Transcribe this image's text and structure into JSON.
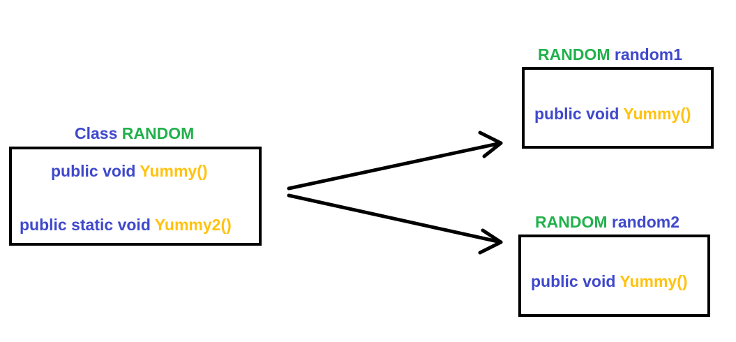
{
  "colors": {
    "keyword": "#3f48cc",
    "method": "#ffc20e",
    "class_name": "#22b14c",
    "border": "#000000"
  },
  "class_box": {
    "header_keyword": "Class",
    "header_name": "RANDOM",
    "methods": [
      {
        "modifiers": "public void",
        "name": "Yummy()"
      },
      {
        "modifiers": "public static void",
        "name": "Yummy2()"
      }
    ]
  },
  "instances": [
    {
      "type": "RANDOM",
      "name": "random1",
      "method": {
        "modifiers": "public void",
        "name": "Yummy()"
      }
    },
    {
      "type": "RANDOM",
      "name": "random2",
      "method": {
        "modifiers": "public void",
        "name": "Yummy()"
      }
    }
  ]
}
